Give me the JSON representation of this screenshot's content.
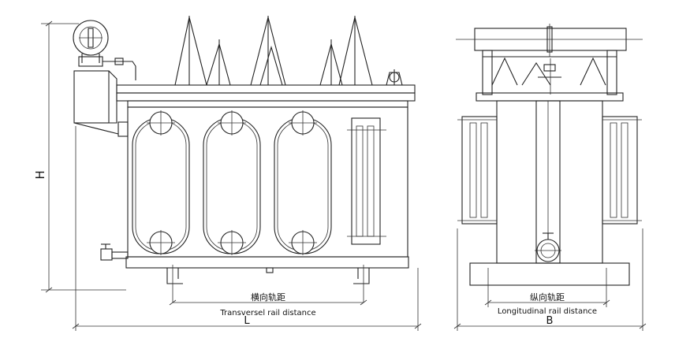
{
  "front_view": {
    "height_label": "H",
    "length_label": "L",
    "rail_label_zh": "横向轨距",
    "rail_label_en": "Transversel rail distance"
  },
  "side_view": {
    "width_label": "B",
    "rail_label_zh": "纵向轨距",
    "rail_label_en": "Longitudinal rail distance"
  }
}
